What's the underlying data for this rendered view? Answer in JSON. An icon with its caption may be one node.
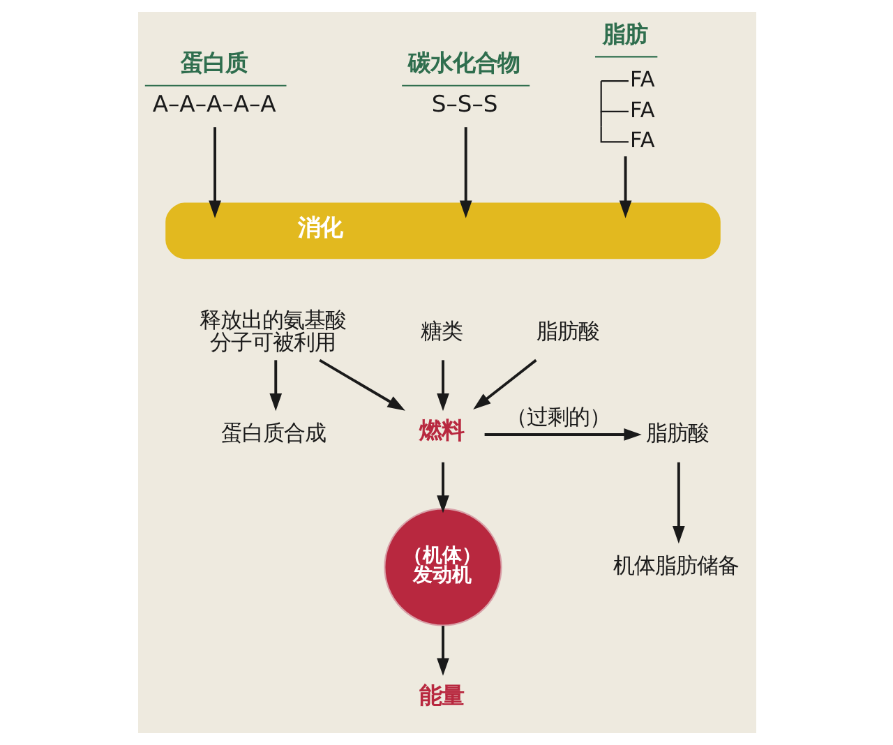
{
  "diagram": {
    "nodes": [
      {
        "text": [
          "蛋白质",
          "A–A–A–A–A"
        ]
      },
      {
        "text": [
          "碳水化合物",
          "S–S–S"
        ]
      },
      {
        "text": [
          "脂肪",
          "FA",
          "FA",
          "FA"
        ]
      },
      {
        "text": [
          "消化"
        ]
      },
      {
        "text": [
          "释放出的氨基酸分子可被利用"
        ]
      },
      {
        "text": [
          "糖类"
        ]
      },
      {
        "text": [
          "脂肪酸"
        ]
      },
      {
        "text": [
          "燃料"
        ]
      },
      {
        "text": [
          "蛋白质合成"
        ]
      },
      {
        "text": [
          "脂肪酸"
        ]
      },
      {
        "text": [
          "机体脂肪储备"
        ]
      },
      {
        "text": [
          "（机体）发动机"
        ]
      },
      {
        "text": [
          "能量"
        ]
      }
    ],
    "edges": [
      {
        "from": 0,
        "to": 3,
        "arrow": "to"
      },
      {
        "from": 1,
        "to": 3,
        "arrow": "to"
      },
      {
        "from": 2,
        "to": 3,
        "arrow": "to"
      },
      {
        "from": 4,
        "to": 7,
        "arrow": "to"
      },
      {
        "from": 5,
        "to": 7,
        "arrow": "to"
      },
      {
        "from": 6,
        "to": 7,
        "arrow": "to"
      },
      {
        "from": 4,
        "to": 8,
        "arrow": "to"
      },
      {
        "from": 7,
        "to": 9,
        "arrow": "to",
        "label": "（过剩的）"
      },
      {
        "from": 9,
        "to": 10,
        "arrow": "to"
      },
      {
        "from": 7,
        "to": 11,
        "arrow": "to"
      },
      {
        "from": 11,
        "to": 12,
        "arrow": "to"
      }
    ]
  }
}
